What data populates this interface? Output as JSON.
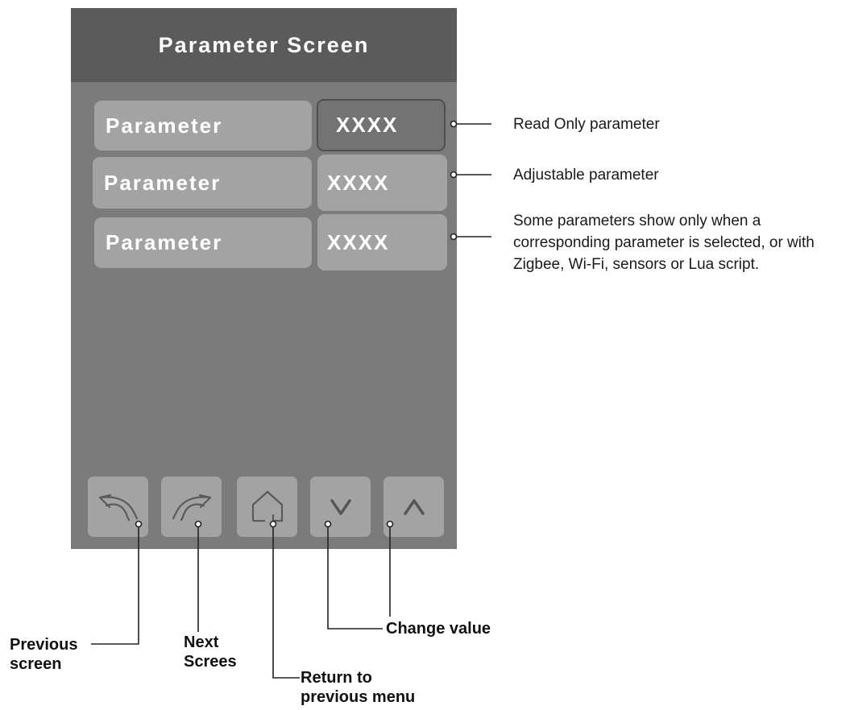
{
  "screen": {
    "title": "Parameter Screen",
    "rows": [
      {
        "label": "Parameter",
        "value": "XXXX",
        "kind": "read-only"
      },
      {
        "label": "Parameter",
        "value": "XXXX",
        "kind": "adjustable"
      },
      {
        "label": "Parameter",
        "value": "XXXX",
        "kind": "conditional"
      }
    ],
    "buttons": [
      {
        "icon": "undo-icon"
      },
      {
        "icon": "redo-icon"
      },
      {
        "icon": "home-icon"
      },
      {
        "icon": "chevron-down-icon"
      },
      {
        "icon": "chevron-up-icon"
      }
    ]
  },
  "callouts": {
    "read_only": "Read Only parameter",
    "adjustable": "Adjustable parameter",
    "conditional": "Some parameters show only when a corresponding parameter is selected, or with Zigbee, Wi-Fi, sensors or Lua script."
  },
  "button_labels": {
    "previous_line1": "Previous",
    "previous_line2": "screen",
    "next_line1": "Next",
    "next_line2": "Screes",
    "return_line1": "Return to",
    "return_line2": "previous menu",
    "change": "Change value"
  },
  "colors": {
    "device_body": "#7b7b7b",
    "device_header": "#5b5b5b",
    "field": "#a3a3a3",
    "read_only_field": "#737373"
  }
}
